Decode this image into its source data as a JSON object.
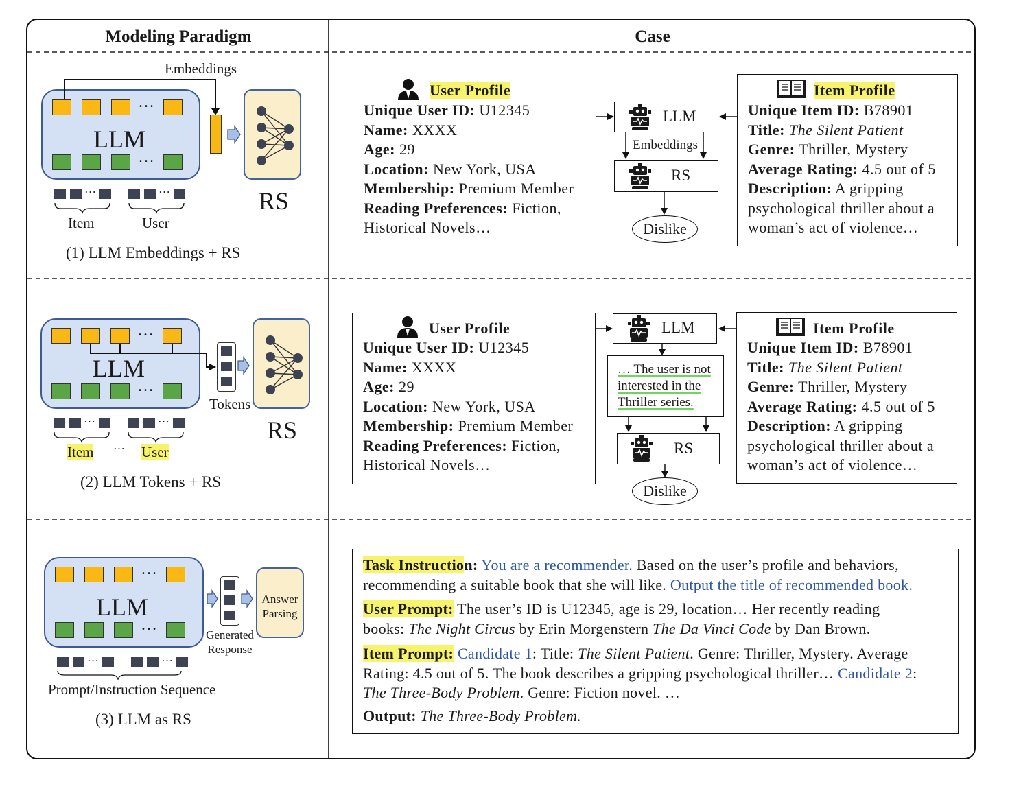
{
  "headers": {
    "left": "Modeling Paradigm",
    "right": "Case"
  },
  "row1": {
    "embeddings_label": "Embeddings",
    "llm_label": "LLM",
    "rs_label": "RS",
    "item_label": "Item",
    "user_label": "User",
    "caption": "(1) LLM Embeddings + RS",
    "flow": {
      "llm": "LLM",
      "embeddings": "Embeddings",
      "rs": "RS",
      "result": "Dislike"
    }
  },
  "row2": {
    "llm_label": "LLM",
    "tokens_label": "Tokens",
    "rs_label": "RS",
    "item_label": "Item",
    "user_label": "User",
    "caption": "(2) LLM Tokens + RS",
    "flow": {
      "llm": "LLM",
      "rs": "RS",
      "result": "Dislike",
      "reason_lines": [
        "… The user is not",
        "interested in the",
        "Thriller series."
      ]
    }
  },
  "row3": {
    "llm_label": "LLM",
    "answer_lines": [
      "Answer",
      "Parsing"
    ],
    "generated_lines": [
      "Generated",
      "Response"
    ],
    "sequence_label": "Prompt/Instruction Sequence",
    "caption": "(3) LLM as RS"
  },
  "user_profile": {
    "title": "User Profile",
    "fields": [
      {
        "key": "Unique User ID:",
        "value": " U12345"
      },
      {
        "key": "Name:",
        "value": " XXXX"
      },
      {
        "key": "Age:",
        "value": " 29"
      },
      {
        "key": "Location:",
        "value": " New York, USA"
      },
      {
        "key": "Membership:",
        "value": " Premium Member"
      },
      {
        "key": "Reading Preferences:",
        "value": " Fiction,"
      }
    ],
    "last_line": "Historical Novels…"
  },
  "item_profile": {
    "title": "Item Profile",
    "id_key": "Unique Item ID:",
    "id_value": " B78901",
    "title_key": "Title:",
    "title_value": "The Silent Patient",
    "genre_key": "Genre:",
    "genre_value": " Thriller, Mystery",
    "rating_key": "Average Rating:",
    "rating_value": " 4.5 out of 5",
    "desc_key": "Description:",
    "desc_value": " A gripping",
    "desc_lines": [
      "psychological thriller about a",
      "woman’s act of violence…"
    ]
  },
  "task": {
    "instr_key_hl": "Task Instructio",
    "instr_key_rest": "n:",
    "instr_blue": "You are a recommender",
    "instr_text": ". Based on the user’s profile and behaviors,",
    "instr_line2": "recommending a suitable book that she will like. ",
    "instr_blue2": "Output the title of recommended book.",
    "user_key": "User Prompt:",
    "user_text": " The user’s ID is U12345, age is 29, location…  Her recently reading",
    "user_line2a": "books: ",
    "book1": "The Night Circus",
    "user_line2b": " by Erin Morgenstern ",
    "book2": "The Da Vinci Code",
    "user_line2c": " by Dan Brown.",
    "item_key": "Item Prompt:",
    "item_blue1": "Candidate 1",
    "item_text1a": ": Title: ",
    "item_title1": "The Silent Patient",
    "item_text1b": ". Genre: Thriller, Mystery. Average",
    "item_line2": "Rating: 4.5 out of 5. The book describes a gripping psychological thriller… ",
    "item_blue2": "Candidate 2",
    "item_line2b": ":",
    "item_title2": "The Three-Body Problem",
    "item_line3b": ". Genre: Fiction novel. …",
    "output_key": "Output:",
    "output_value": "The Three-Body Problem."
  },
  "colors": {
    "highlight": "#f7f36b",
    "link_blue": "#2f56a6",
    "llm_fill": "#d4e0f3",
    "rs_fill": "#fbeecb",
    "token_yellow": "#f9b813",
    "token_green": "#5aa546"
  },
  "icons": [
    "user-icon",
    "book-icon",
    "robot-icon",
    "neural-network-icon"
  ]
}
